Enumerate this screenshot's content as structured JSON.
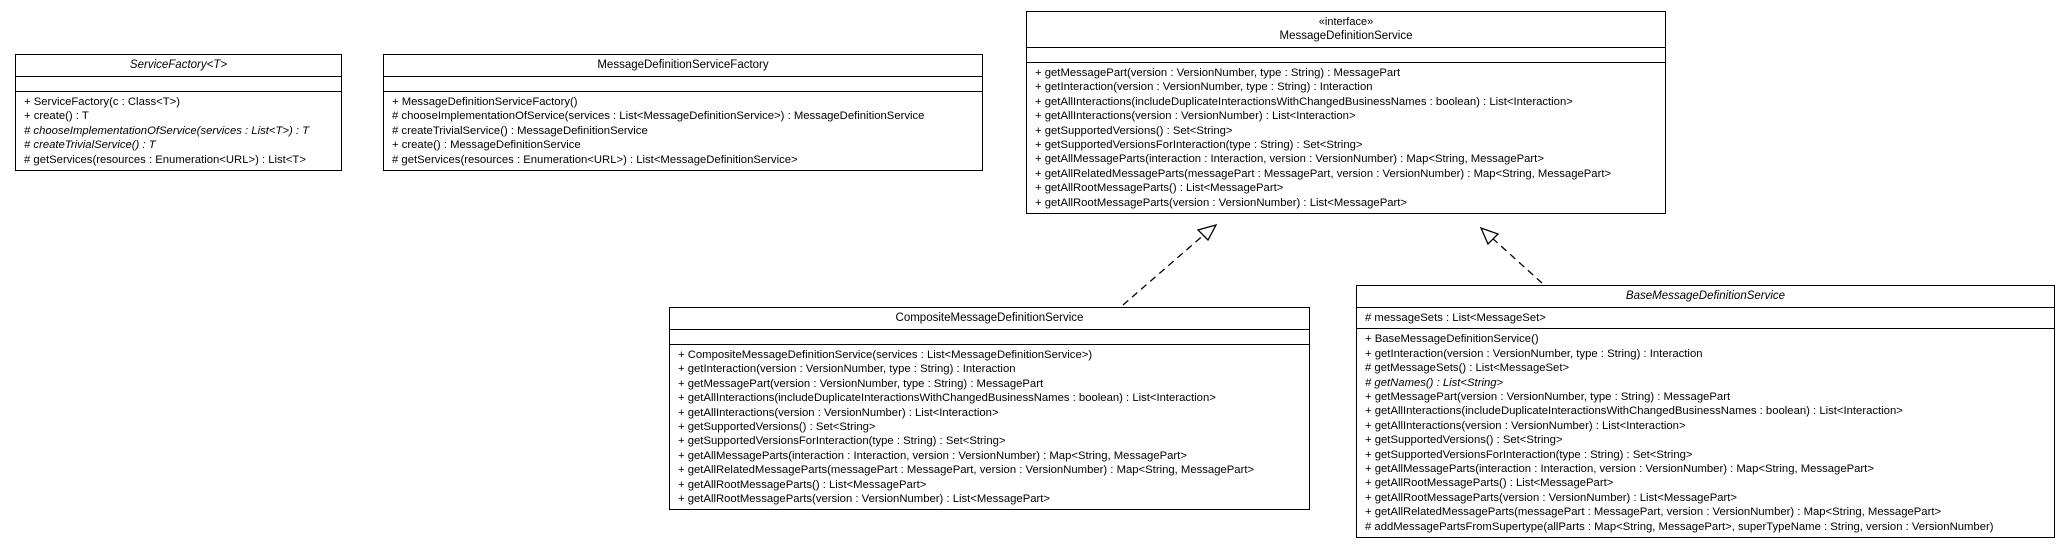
{
  "classes": {
    "service_factory": {
      "name": "ServiceFactory<T>",
      "attributes": [],
      "operations": [
        {
          "text": "+ ServiceFactory(c : Class<T>)",
          "abstract": false
        },
        {
          "text": "+ create() : T",
          "abstract": false
        },
        {
          "text": "# chooseImplementationOfService(services : List<T>) : T",
          "abstract": true
        },
        {
          "text": "# createTrivialService() : T",
          "abstract": true
        },
        {
          "text": "# getServices(resources : Enumeration<URL>) : List<T>",
          "abstract": false
        }
      ]
    },
    "message_definition_service_factory": {
      "name": "MessageDefinitionServiceFactory",
      "attributes": [],
      "operations": [
        {
          "text": "+ MessageDefinitionServiceFactory()",
          "abstract": false
        },
        {
          "text": "# chooseImplementationOfService(services : List<MessageDefinitionService>) : MessageDefinitionService",
          "abstract": false
        },
        {
          "text": "# createTrivialService() : MessageDefinitionService",
          "abstract": false
        },
        {
          "text": "+ create() : MessageDefinitionService",
          "abstract": false
        },
        {
          "text": "# getServices(resources : Enumeration<URL>) : List<MessageDefinitionService>",
          "abstract": false
        }
      ]
    },
    "message_definition_service": {
      "stereotype": "«interface»",
      "name": "MessageDefinitionService",
      "attributes": [],
      "operations": [
        {
          "text": "+ getMessagePart(version : VersionNumber, type : String) : MessagePart",
          "abstract": false
        },
        {
          "text": "+ getInteraction(version : VersionNumber, type : String) : Interaction",
          "abstract": false
        },
        {
          "text": "+ getAllInteractions(includeDuplicateInteractionsWithChangedBusinessNames : boolean) : List<Interaction>",
          "abstract": false
        },
        {
          "text": "+ getAllInteractions(version : VersionNumber) : List<Interaction>",
          "abstract": false
        },
        {
          "text": "+ getSupportedVersions() : Set<String>",
          "abstract": false
        },
        {
          "text": "+ getSupportedVersionsForInteraction(type : String) : Set<String>",
          "abstract": false
        },
        {
          "text": "+ getAllMessageParts(interaction : Interaction, version : VersionNumber) : Map<String, MessagePart>",
          "abstract": false
        },
        {
          "text": "+ getAllRelatedMessageParts(messagePart : MessagePart, version : VersionNumber) : Map<String, MessagePart>",
          "abstract": false
        },
        {
          "text": "+ getAllRootMessageParts() : List<MessagePart>",
          "abstract": false
        },
        {
          "text": "+ getAllRootMessageParts(version : VersionNumber) : List<MessagePart>",
          "abstract": false
        }
      ]
    },
    "composite_message_definition_service": {
      "name": "CompositeMessageDefinitionService",
      "attributes": [],
      "operations": [
        {
          "text": "+ CompositeMessageDefinitionService(services : List<MessageDefinitionService>)",
          "abstract": false
        },
        {
          "text": "+ getInteraction(version : VersionNumber, type : String) : Interaction",
          "abstract": false
        },
        {
          "text": "+ getMessagePart(version : VersionNumber, type : String) : MessagePart",
          "abstract": false
        },
        {
          "text": "+ getAllInteractions(includeDuplicateInteractionsWithChangedBusinessNames : boolean) : List<Interaction>",
          "abstract": false
        },
        {
          "text": "+ getAllInteractions(version : VersionNumber) : List<Interaction>",
          "abstract": false
        },
        {
          "text": "+ getSupportedVersions() : Set<String>",
          "abstract": false
        },
        {
          "text": "+ getSupportedVersionsForInteraction(type : String) : Set<String>",
          "abstract": false
        },
        {
          "text": "+ getAllMessageParts(interaction : Interaction, version : VersionNumber) : Map<String, MessagePart>",
          "abstract": false
        },
        {
          "text": "+ getAllRelatedMessageParts(messagePart : MessagePart, version : VersionNumber) : Map<String, MessagePart>",
          "abstract": false
        },
        {
          "text": "+ getAllRootMessageParts() : List<MessagePart>",
          "abstract": false
        },
        {
          "text": "+ getAllRootMessageParts(version : VersionNumber) : List<MessagePart>",
          "abstract": false
        }
      ]
    },
    "base_message_definition_service": {
      "name": "BaseMessageDefinitionService",
      "attributes": [
        {
          "text": "# messageSets : List<MessageSet>",
          "abstract": false
        }
      ],
      "operations": [
        {
          "text": "+ BaseMessageDefinitionService()",
          "abstract": false
        },
        {
          "text": "+ getInteraction(version : VersionNumber, type : String) : Interaction",
          "abstract": false
        },
        {
          "text": "# getMessageSets() : List<MessageSet>",
          "abstract": false
        },
        {
          "text": "# getNames() : List<String>",
          "abstract": true
        },
        {
          "text": "+ getMessagePart(version : VersionNumber, type : String) : MessagePart",
          "abstract": false
        },
        {
          "text": "+ getAllInteractions(includeDuplicateInteractionsWithChangedBusinessNames : boolean) : List<Interaction>",
          "abstract": false
        },
        {
          "text": "+ getAllInteractions(version : VersionNumber) : List<Interaction>",
          "abstract": false
        },
        {
          "text": "+ getSupportedVersions() : Set<String>",
          "abstract": false
        },
        {
          "text": "+ getSupportedVersionsForInteraction(type : String) : Set<String>",
          "abstract": false
        },
        {
          "text": "+ getAllMessageParts(interaction : Interaction, version : VersionNumber) : Map<String, MessagePart>",
          "abstract": false
        },
        {
          "text": "+ getAllRootMessageParts() : List<MessagePart>",
          "abstract": false
        },
        {
          "text": "+ getAllRootMessageParts(version : VersionNumber) : List<MessagePart>",
          "abstract": false
        },
        {
          "text": "+ getAllRelatedMessageParts(messagePart : MessagePart, version : VersionNumber) : Map<String, MessagePart>",
          "abstract": false
        },
        {
          "text": "# addMessagePartsFromSupertype(allParts : Map<String, MessagePart>, superTypeName : String, version : VersionNumber)",
          "abstract": false
        }
      ]
    }
  }
}
